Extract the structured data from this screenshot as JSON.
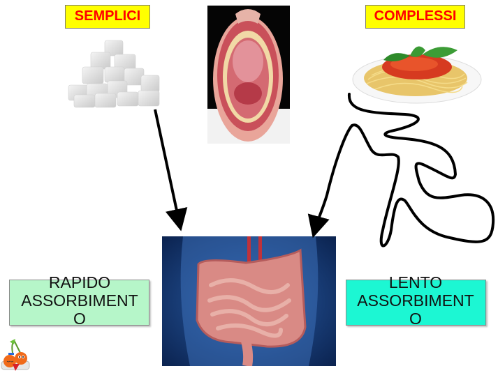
{
  "labels": {
    "simple": "SEMPLICI",
    "complex": "COMPLESSI"
  },
  "absorption": {
    "rapid": {
      "line1": "RAPIDO",
      "line2": "ASSORBIMENT",
      "line3": "O"
    },
    "slow": {
      "line1": "LENTO",
      "line2": "ASSORBIMENT",
      "line3": "O"
    }
  },
  "images": {
    "sugar": "sugar-cubes",
    "mouth": "open-mouth",
    "pasta": "spaghetti-plate",
    "intestine": "intestine",
    "mascot": "cherry-mascot"
  },
  "colors": {
    "label_bg": "#ffff00",
    "label_text": "#ff0000",
    "rapid_box": "#b6f6c9",
    "slow_box": "#1cf7d3",
    "arrow": "#000000"
  }
}
